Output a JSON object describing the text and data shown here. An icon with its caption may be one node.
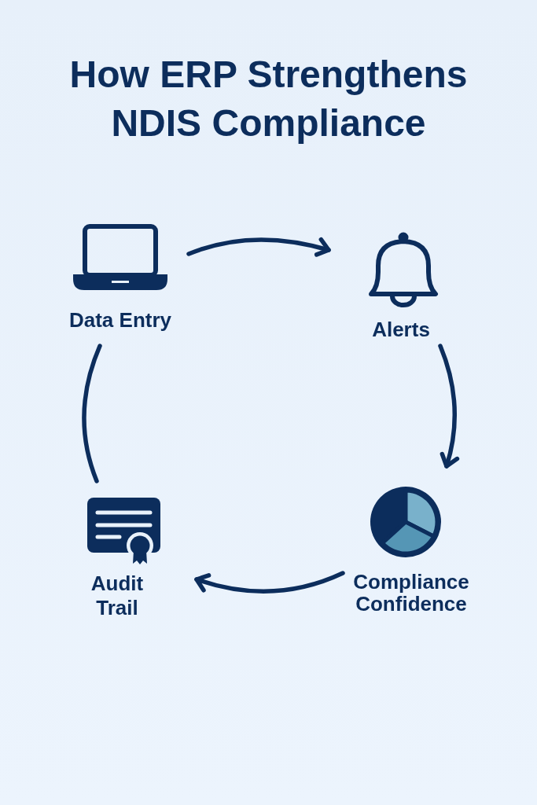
{
  "diagram": {
    "title": "How ERP Strengthens NDIS Compliance",
    "nodes": [
      {
        "text": [
          "Data Entry"
        ]
      },
      {
        "text": [
          "Alerts"
        ]
      },
      {
        "text": [
          "Compliance Confidence"
        ]
      },
      {
        "text": [
          "Audit Trail"
        ]
      }
    ],
    "edges": [
      {
        "from": 0,
        "to": 1,
        "arrow": "to"
      },
      {
        "from": 1,
        "to": 2,
        "arrow": "to"
      },
      {
        "from": 2,
        "to": 3,
        "arrow": "to"
      },
      {
        "from": 3,
        "to": 0,
        "arrow": "none"
      }
    ]
  }
}
